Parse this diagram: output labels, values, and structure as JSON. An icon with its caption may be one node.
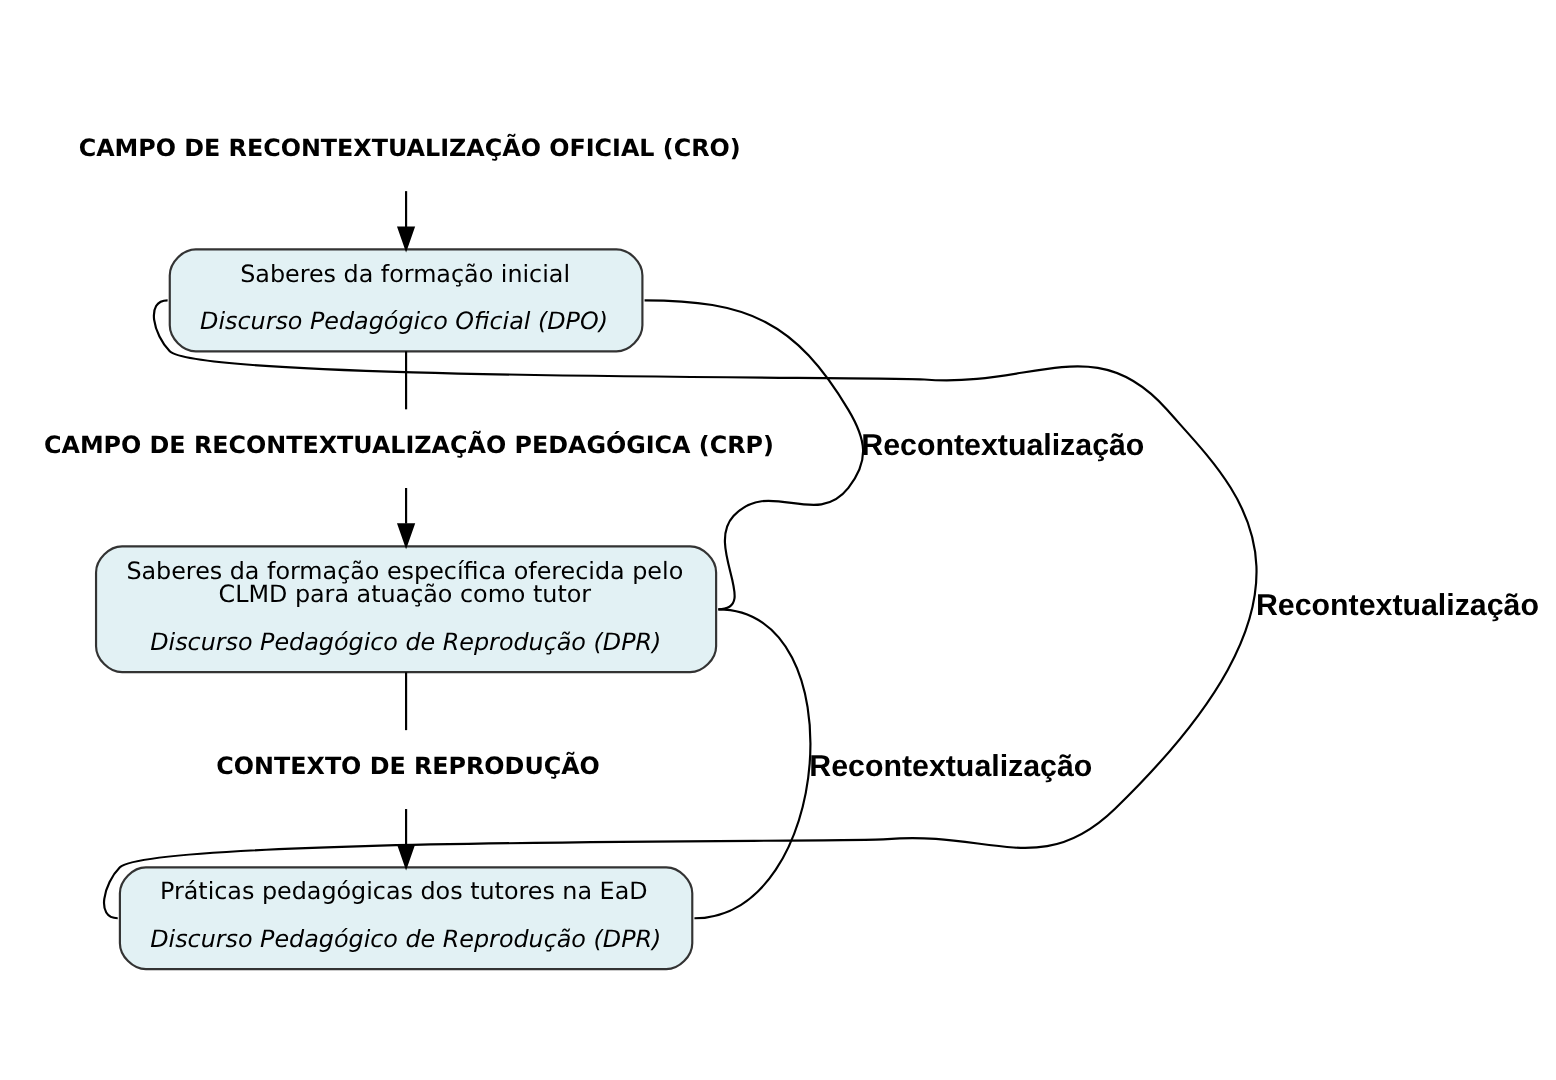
{
  "diagram": {
    "nodes": [
      {
        "text": [
          "CAMPO DE RECONTEXTUALIZAÇÃO OFICIAL (CRO)"
        ]
      },
      {
        "text": [
          "Saberes da formação inicial",
          "Discurso Pedagógico Oficial (DPO)"
        ]
      },
      {
        "text": [
          "CAMPO DE RECONTEXTUALIZAÇÃO PEDAGÓGICA (CRP)"
        ]
      },
      {
        "text": [
          "Saberes da formação específica oferecida pelo CLMD para atuação como tutor",
          "Discurso Pedagógico de Reprodução (DPR)"
        ]
      },
      {
        "text": [
          "CONTEXTO DE REPRODUÇÃO"
        ]
      },
      {
        "text": [
          "Práticas pedagógicas dos tutores na EaD",
          "Discurso Pedagógico de Reprodução (DPR)"
        ]
      }
    ],
    "edges": [
      {
        "from": 0,
        "to": 1,
        "arrow": "to"
      },
      {
        "from": 1,
        "to": 2,
        "arrow": "none"
      },
      {
        "from": 2,
        "to": 3,
        "arrow": "to"
      },
      {
        "from": 3,
        "to": 4,
        "arrow": "none"
      },
      {
        "from": 4,
        "to": 5,
        "arrow": "to"
      },
      {
        "from": 1,
        "to": 3,
        "arrow": "none",
        "label": "Recontextualização"
      },
      {
        "from": 1,
        "to": 5,
        "arrow": "none",
        "label": "Recontextualização"
      },
      {
        "from": 3,
        "to": 5,
        "arrow": "none",
        "label": "Recontextualização"
      }
    ]
  }
}
